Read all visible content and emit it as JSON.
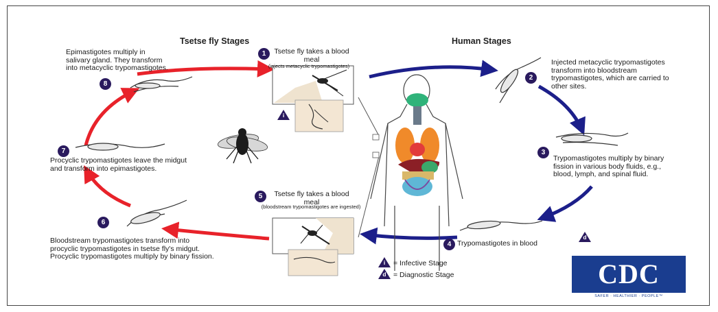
{
  "headings": {
    "tsetse": "Tsetse fly Stages",
    "human": "Human Stages"
  },
  "stages": [
    {
      "num": "1",
      "title": "Tsetse fly takes a blood meal",
      "note": "(injects metacyclic trypomastigotes)"
    },
    {
      "num": "2",
      "text": "Injected metacyclic trypomastigotes transform into bloodstream trypomastigotes, which are carried to other sites."
    },
    {
      "num": "3",
      "text": "Trypomastigotes multiply by binary fission in various body fluids, e.g., blood, lymph, and spinal fluid."
    },
    {
      "num": "4",
      "text": "Trypomastigotes in blood"
    },
    {
      "num": "5",
      "title": "Tsetse fly takes a blood meal",
      "note": "(bloodstream trypomastigotes are ingested)"
    },
    {
      "num": "6",
      "text": "Bloodstream trypomastigotes transform into procyclic trypomastigotes in tsetse fly's midgut. Procyclic trypomastigotes multiply by binary fission."
    },
    {
      "num": "7",
      "text": "Procyclic trypomastigotes leave the midgut and transform into epimastigotes."
    },
    {
      "num": "8",
      "text": "Epimastigotes multiply in salivary gland. They transform into metacyclic trypomastigotes."
    }
  ],
  "legend": {
    "infective": {
      "symbol": "i",
      "label": "= Infective Stage"
    },
    "diagnostic": {
      "symbol": "d",
      "label": "= Diagnostic Stage"
    }
  },
  "logo": {
    "text": "CDC",
    "tagline": "SAFER · HEALTHIER · PEOPLE™"
  },
  "colors": {
    "tsetse_arrow": "#e8222a",
    "human_arrow": "#1c1f8a",
    "badge": "#2a1a5e",
    "cdc_blue": "#1a3d8f"
  }
}
